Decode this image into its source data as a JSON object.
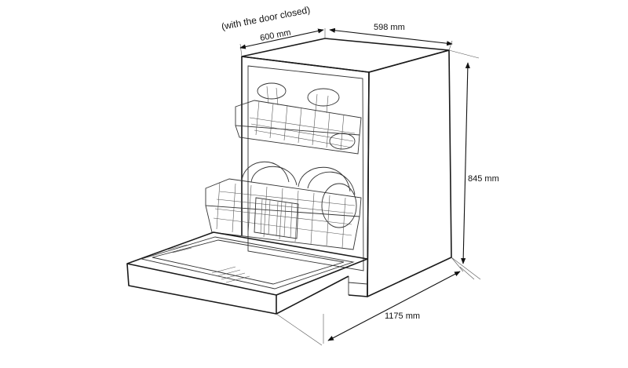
{
  "dimensions": {
    "door_note": "(with the door closed)",
    "depth_closed": "600 mm",
    "width": "598 mm",
    "height": "845 mm",
    "depth_open": "1175 mm"
  },
  "colors": {
    "line": "#1a1a1a",
    "background": "#ffffff"
  }
}
